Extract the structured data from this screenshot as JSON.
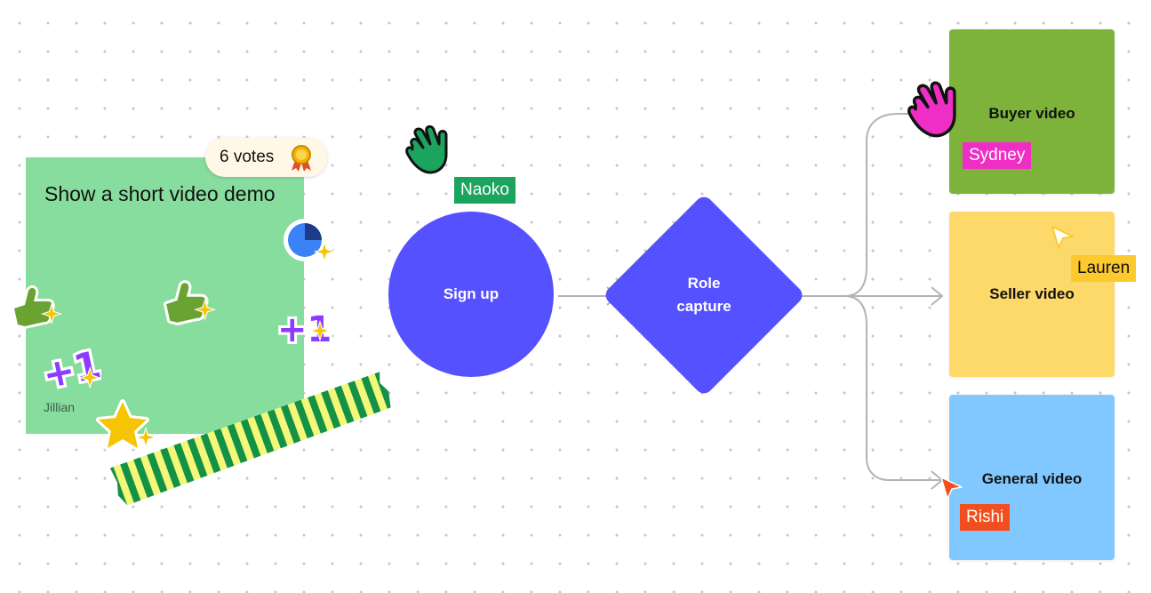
{
  "sticky_note": {
    "text": "Show a short video demo",
    "author": "Jillian",
    "votes_label": "6 votes"
  },
  "flow": {
    "start": "Sign up",
    "decision_line1": "Role",
    "decision_line2": "capture",
    "outputs": [
      {
        "label": "Buyer video",
        "color": "#7db33a"
      },
      {
        "label": "Seller video",
        "color": "#fdd96a"
      },
      {
        "label": "General video",
        "color": "#80c8ff"
      }
    ]
  },
  "cursors": [
    {
      "name": "Naoko",
      "color": "#1ba45e"
    },
    {
      "name": "Sydney",
      "color": "#ee2ec4"
    },
    {
      "name": "Lauren",
      "color": "#fcc92f"
    },
    {
      "name": "Rishi",
      "color": "#f24e1e"
    }
  ],
  "colors": {
    "primary_shape": "#5551ff",
    "sticky": "#86dd9e",
    "connector": "#b3b3b3"
  },
  "icons": [
    "medal-icon",
    "wave-hand-icon",
    "thumbs-up-sticker-icon",
    "plus-one-sticker-icon",
    "star-sticker-icon",
    "pointer-cursor-icon"
  ]
}
